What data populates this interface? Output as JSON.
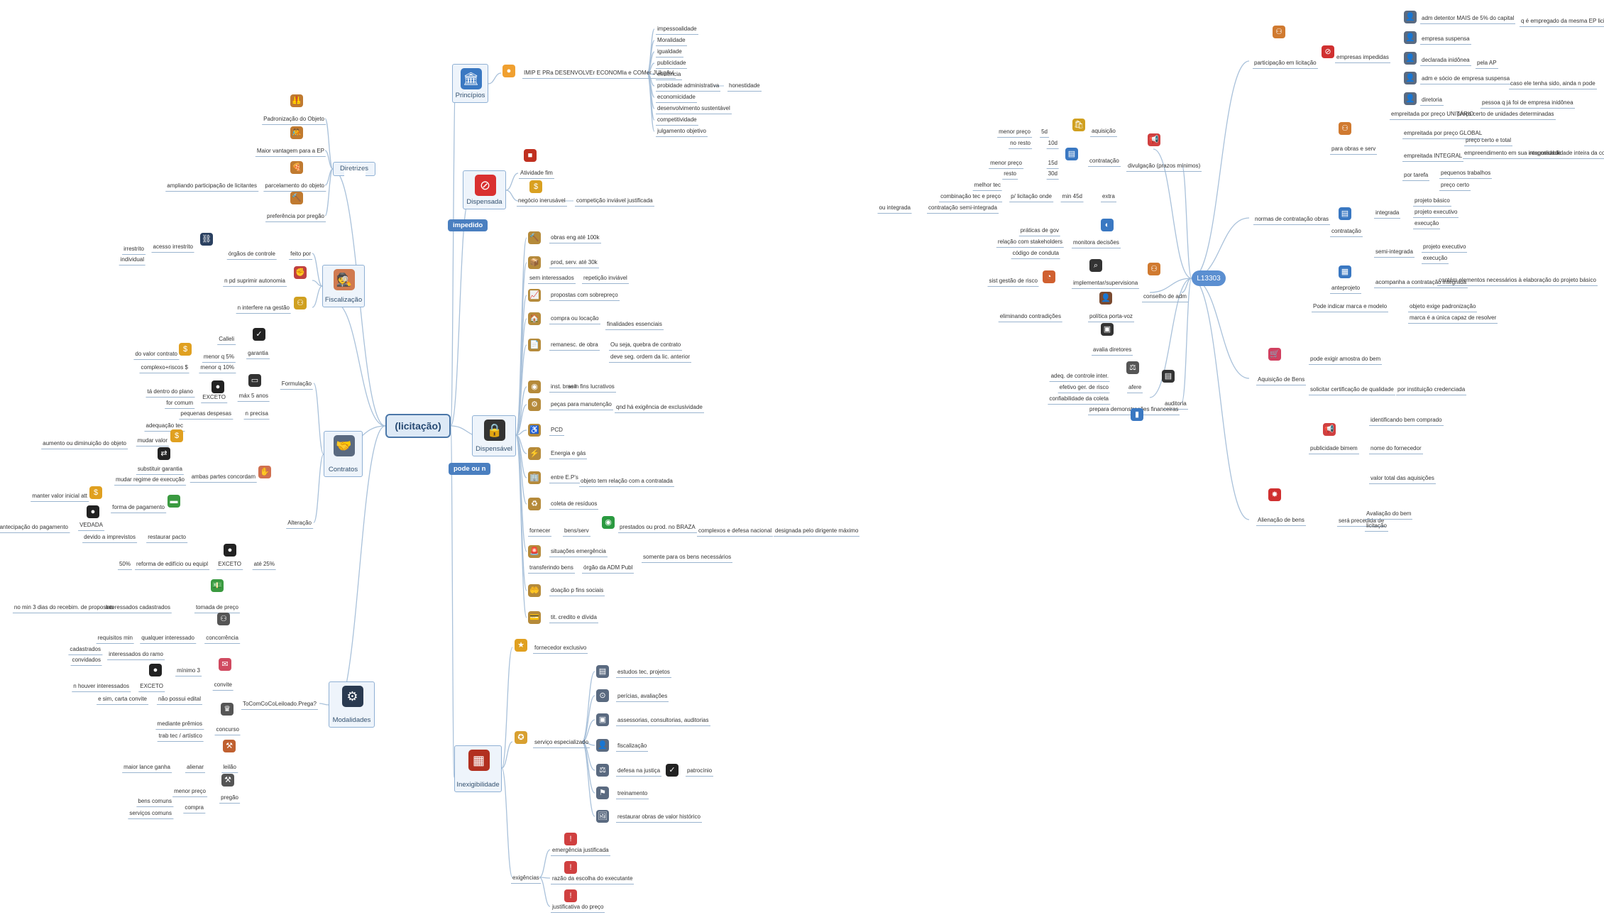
{
  "central": "(licitação)",
  "l13303": {
    "title": "L13303",
    "branches": {
      "participacao": "participação em licitação",
      "empresas_impedidas": "empresas impedidas",
      "adm_detentor": "adm detentor MAIS de 5% do capital",
      "empregado_da_mesma": "q é empregado da mesma EP licitante",
      "empresa_suspensa": "empresa suspensa",
      "declarada_inidonea": "declarada inidônea",
      "pela_ap": "pela AP",
      "adm_socio": "adm e sócio de empresa suspensa",
      "caso_ele_tenha_sido": "caso ele tenha sido, ainda n pode",
      "diretoria": "diretoria",
      "pessoa_q_ja_foi": "pessoa q já foi de empresa inidônea",
      "normas_contratacao": "normas de contratação obras",
      "para_obras_e_serv": "para obras e serv",
      "empreitada_unitario": "empreitada por preço UNITÁRIO",
      "preco_certo_unidades": "preço certo de unidades determinadas",
      "empreitada_global": "empreitada por preço GLOBAL",
      "preco_certo_total": "preço certo e total",
      "empreitada_integral": "empreitada INTEGRAL",
      "empreendimento_integralidade": "empreendimento em sua integralidade",
      "responsabilidade": "responsabilidade inteira da contratada",
      "por_tarefa": "por tarefa",
      "pequenos_trabalhos": "pequenos trabalhos",
      "preco_certo": "preço certo",
      "contratacao": "contratação",
      "integrada": "integrada",
      "projeto_basico": "projeto básico",
      "projeto_executivo": "projeto executivo",
      "execucao": "execução",
      "semi_integrada": "semi-integrada",
      "anteprojeto": "anteprojeto",
      "acompanha": "acompanha a contratação integrada",
      "contem_elementos": "contém elementos necessários à elaboração do projeto básico",
      "aquisicao_bens": "Aquisição de Bens",
      "pode_indicar_marca": "Pode indicar marca e modelo",
      "objeto_exige": "objeto exige padronização",
      "marca_capaz": "marca é a única capaz de resolver",
      "pode_exigir_amostra": "pode exigir amostra do bem",
      "solicitar_certificacao": "solicitar certificação de qualidade",
      "por_instituicao": "por instituição credenciada",
      "publicidade_bimestral": "publicidade bimem",
      "identificando": "identificando bem comprado",
      "nome_fornecedor": "nome do fornecedor",
      "valor_total": "valor total das aquisições",
      "alienacao": "Alienação de bens",
      "sera_precedida": "será precedida de",
      "avaliacao": "Avaliação do bem",
      "licitacao": "licitação",
      "divulgacao": "divulgação (prazos mínimos)",
      "aquisicao": "aquisição",
      "menor_preco_5d": "menor preço",
      "d5": "5d",
      "no_resto": "no resto",
      "d10": "10d",
      "contratacao_div": "contratação",
      "menor_preco_15d": "menor preço",
      "d15": "15d",
      "resto": "resto",
      "d30": "30d",
      "melhor_tec": "melhor tec",
      "combinacao": "combinação tec e preço",
      "p_licitacao_onde": "p/ licitação onde",
      "min_45d": "min 45d",
      "extra": "extra",
      "ou_integrada": "ou integrada",
      "contratacao_semi": "contratação semi-integrada",
      "conselho_adm": "conselho de adm",
      "monitora_decisoes": "monitora decisões",
      "praticas_gov": "práticas de gov",
      "relacao_stakeholders": "relação com stakeholders",
      "codigo_conduta": "código de conduta",
      "implementar": "implementar/supervisiona",
      "sist_gestao_risco": "sist gestão de risco",
      "politica_porta_voz": "política porta-voz",
      "eliminando_contradicoes": "eliminando contradições",
      "avalia_diretores": "avalia diretores",
      "afere": "afere",
      "adeq_controle": "adeq. de controle inter.",
      "efetivo_ger": "efetivo ger. de risco",
      "confiabilidade": "confiabilidade da coleta",
      "auditoria": "auditoria",
      "prepara_demonstracoes": "prepara demonstrações financeiras"
    }
  },
  "principios": {
    "title": "Princípios",
    "lead": "IMIP E PRa DESENVOLVEr ECONOMIa e COMer JULgAvi",
    "items": [
      "impessoalidade",
      "Moralidade",
      "igualdade",
      "publicidade",
      "eficiência",
      "probidade administrativa",
      "economicidade",
      "desenvolvimento sustentável",
      "competitividade",
      "julgamento objetivo"
    ],
    "honestidade": "honestidade"
  },
  "diretrizes": {
    "title": "Diretrizes",
    "padronizacao": "Padronização do Objeto",
    "maior_vantagem": "Maior vantagem para a EP",
    "parcelamento": "parcelamento do objeto",
    "ampliando": "ampliando participação de licitantes",
    "preferencia": "preferência por pregão"
  },
  "fiscalizacao": {
    "title": "Fiscalização",
    "acesso_irrestrito": "acesso irrestrito",
    "irrestrito": "irrestrito",
    "individual": "individual",
    "orgaos_controle": "órgãos de controle",
    "feito_por": "feito por",
    "n_pd_suprimir": "n pd suprimir autonomia",
    "n_interfere": "n interfere na gestão"
  },
  "contratos": {
    "title": "Contratos",
    "formulacao": "Formulação",
    "garantia": "garantia",
    "caucao": "Calleli",
    "do_valor_contrato": "do valor contrato",
    "menor_q_5": "menor q 5%",
    "complexo_riscos": "complexo+riscos $",
    "menor_q_10": "menor q 10%",
    "max_5_anos": "máx 5 anos",
    "excecao1": "EXCETO",
    "ta_dentro_plano": "tá dentro do plano",
    "for_comum": "for comum",
    "pequenas_despesas": "pequenas despesas",
    "n_precisa": "n precisa",
    "alteracao": "Alteração",
    "adequacao_tec": "adequação tec",
    "mudar_valor": "mudar valor",
    "aumento_diminuicao": "aumento ou diminuição do objeto",
    "substituir_garantia": "substituir garantia",
    "mudar_regime": "mudar regime de execução",
    "ambas_partes": "ambas partes concordam",
    "forma_pagamento": "forma de pagamento",
    "manter_valor": "manter valor inicial att",
    "vedada": "VEDADA",
    "antecipacao": "antecipação do pagamento",
    "devido_imprevistos": "devido a imprevistos",
    "restaurar_pacto": "restaurar pacto",
    "excecao2": "EXCETO",
    "ate_25": "até 25%",
    "p50": "50%",
    "reforma": "reforma de edifício ou equipl"
  },
  "modalidades": {
    "title": "Modalidades",
    "mnemonic": "ToComCoCoLeiloado.Prega?",
    "tomada_preco": "tomada de preço",
    "interessados_cadastrados": "interessados cadastrados",
    "no_min_3": "no min 3 dias do recebim. de propostas",
    "concorrencia": "concorrência",
    "qualquer_interessado": "qualquer interessado",
    "requisitos_min": "requisitos min",
    "convite": "convite",
    "interessados_ramo": "interessados do ramo",
    "cadastrados": "cadastrados",
    "convidados": "convidados",
    "minimo_3": "mínimo 3",
    "excecao": "EXCETO",
    "n_houver": "n houver interessados",
    "e_sim_carta": "e sim, carta convite",
    "nao_possui_edital": "não possui edital",
    "concurso": "concurso",
    "mediante_premios": "mediante prêmios",
    "trab_tec": "trab tec / artístico",
    "leilao": "leilão",
    "alienar": "alienar",
    "maior_lance": "maior lance ganha",
    "pregao": "pregão",
    "menor_preco": "menor preço",
    "compra": "compra",
    "bens_comuns": "bens comuns",
    "servicos_comuns": "serviços comuns"
  },
  "dispensada": {
    "title": "Dispensada",
    "tag": "impedido",
    "atividade_fim": "Atividade fim",
    "negocio_inerente": "negócio inerusável",
    "competicao_inviavel": "competição inviável justificada"
  },
  "dispensavel": {
    "title": "Dispensável",
    "tag": "pode ou n",
    "obras_eng": "obras eng até 100k",
    "prod_serv": "prod, serv. até 30k",
    "sem_interessados": "sem interessados",
    "repeticao_inviavel": "repetição inviável",
    "propostas_sobrepreco": "propostas com sobrepreço",
    "compra_locacao": "compra ou locação",
    "finalidades_essenciais": "finalidades essenciais",
    "remanesc_obra": "remanesc. de obra",
    "ou_seja_quebra": "Ou seja, quebra de contrato",
    "deve_seg_ordem": "deve seg. ordem da lic. anterior",
    "inst_brasil": "inst. brasil",
    "sem_fins_lucrativos": "sem fins lucrativos",
    "pecas_manutencao": "peças para manutenção",
    "qnd_ha_exigencia": "qnd há exigência de exclusividade",
    "pcd": "PCD",
    "energia_gas": "Energia e gás",
    "entre_eps": "entre E.P's",
    "objeto_tem_relacao": "objeto tem relação com a contratada",
    "coleta_residuos": "coleta de resíduos",
    "fornecer": "fornecer",
    "bens_serv": "bens/serv",
    "prestados_braza": "prestados ou prod. no BRAZA",
    "complexos_defesa": "complexos e defesa nacional",
    "designada_dirigente": "designada pelo dirigente máximo",
    "situacoes_emergencia": "situações emergência",
    "somente_bens": "somente para os bens necessários",
    "transferindo_bens": "transferindo bens",
    "orgao_adm": "órgão da ADM Publ",
    "doacao": "doação p fins sociais",
    "tit_credito": "tit. credito e dívida"
  },
  "inexigibilidade": {
    "title": "Inexigibilidade",
    "fornecedor_exclusivo": "fornecedor exclusivo",
    "servico_especializado": "serviço especializado",
    "estudos_tec": "estudos tec, projetos",
    "pericias": "perícias, avaliações",
    "assessorias": "assessorias, consultorias, auditorias",
    "fiscalizacao": "fiscalização",
    "defesa_justica": "defesa na justiça",
    "patrocinio": "patrocínio",
    "treinamento": "treinamento",
    "restaurar_obras": "restaurar obras de valor histórico",
    "exigencias": "exigências",
    "emergencia_justificada": "emergência justificada",
    "razao_escolha": "razão da escolha do executante",
    "justificativa_preco": "justificativa do preço"
  },
  "colors": {
    "line": "#9ab4cf",
    "box": "#eef4fb",
    "accent": "#4a7fc0"
  }
}
